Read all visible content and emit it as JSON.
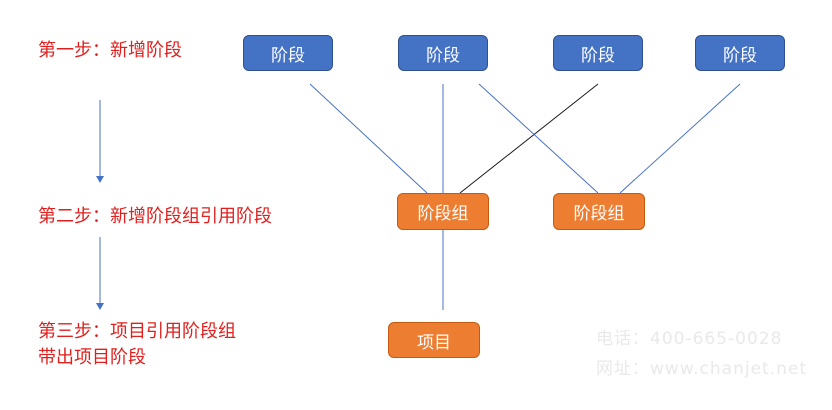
{
  "steps": {
    "step1": "第一步：新增阶段",
    "step2": "第二步：新增阶段组引用阶段",
    "step3_line1": "第三步：项目引用阶段组",
    "step3_line2": "带出项目阶段"
  },
  "nodes": {
    "stage_label": "阶段",
    "stage_group_label": "阶段组",
    "project_label": "项目"
  },
  "watermark": {
    "phone": "电话：400-665-0028",
    "website": "网址：www.chanjet.net"
  },
  "colors": {
    "step_text": "#e0201e",
    "stage": "#4472c4",
    "group": "#ed7d31",
    "link_blue": "#4a72c4",
    "link_dark": "#1a1a1a"
  }
}
